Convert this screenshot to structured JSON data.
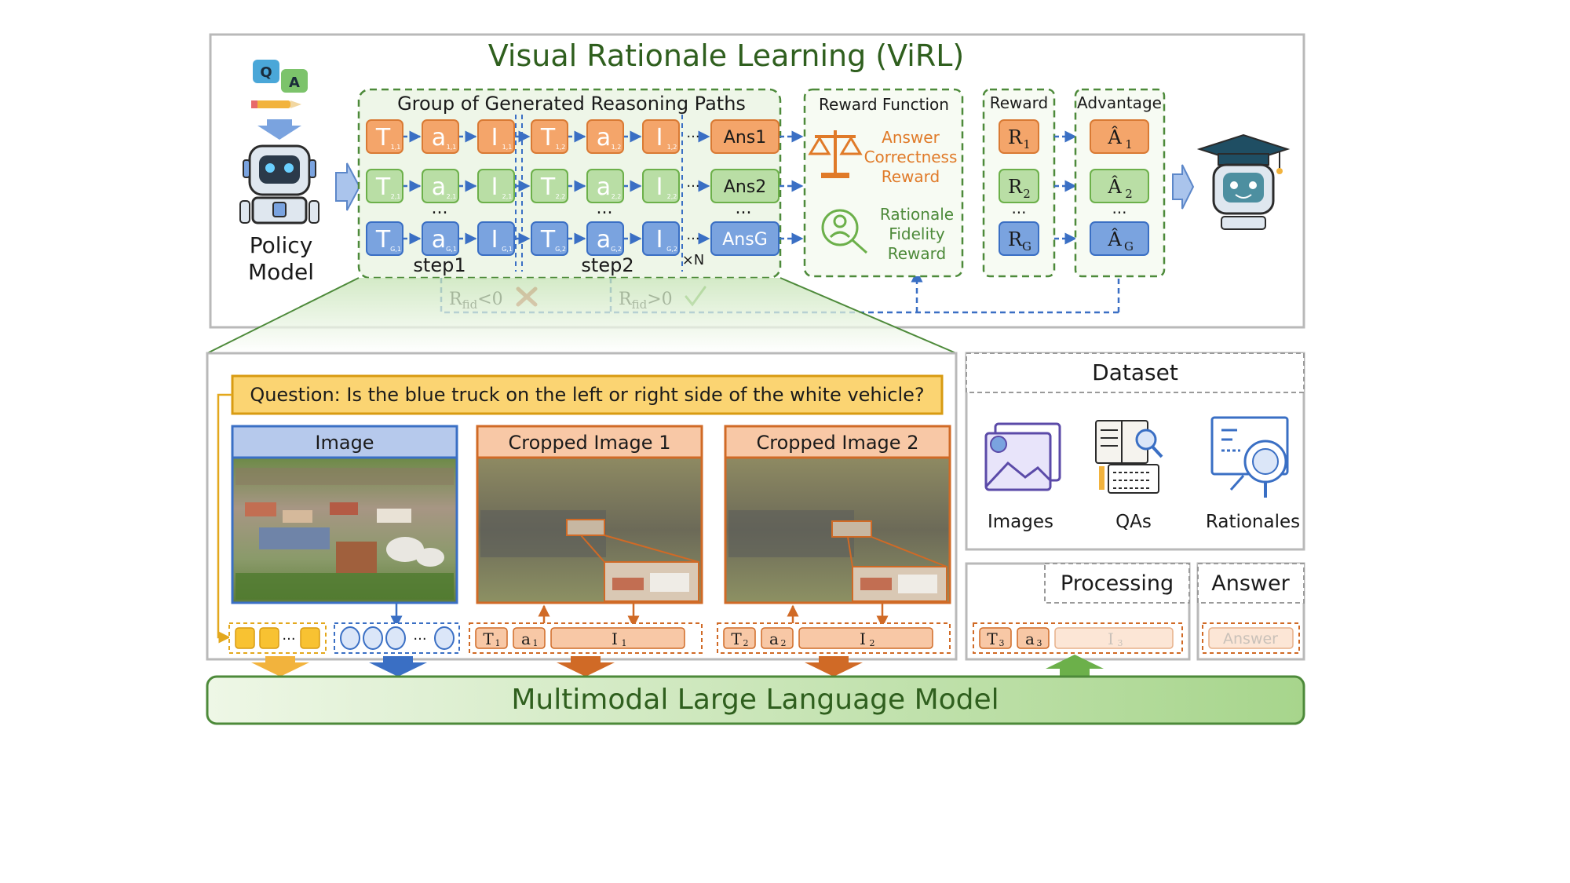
{
  "top_panel": {
    "title": "Visual Rationale Learning (ViRL)",
    "policy_model_line1": "Policy",
    "policy_model_line2": "Model",
    "qa_icon_q": "Q",
    "qa_icon_a": "A",
    "group_title": "Group of Generated Reasoning Paths",
    "rows": [
      {
        "tokens": [
          "T",
          "a",
          "I",
          "T",
          "a",
          "I"
        ],
        "subs": [
          "1,1",
          "1,1",
          "1,1",
          "1,2",
          "1,2",
          "1,2"
        ],
        "answer": "Ans1",
        "color": "#f4a56a"
      },
      {
        "tokens": [
          "T",
          "a",
          "I",
          "T",
          "a",
          "I"
        ],
        "subs": [
          "2,1",
          "2,1",
          "2,1",
          "2,2",
          "2,2",
          "2,2"
        ],
        "answer": "Ans2",
        "color": "#b9dea5"
      },
      {
        "tokens": [
          "T",
          "a",
          "I",
          "T",
          "a",
          "I"
        ],
        "subs": [
          "G,1",
          "G,1",
          "G,1",
          "G,2",
          "G,2",
          "G,2"
        ],
        "answer": "AnsG",
        "color": "#7aa3df"
      }
    ],
    "ellipsis": "...",
    "dots_h": "···",
    "step1": "step1",
    "step2": "step2",
    "times_n": "×N",
    "rfid_neg_main": "R",
    "rfid_neg_sub": "fid",
    "rfid_neg_rest": "<0",
    "rfid_pos_main": "R",
    "rfid_pos_sub": "fid",
    "rfid_pos_rest": ">0",
    "reward_function_title": "Reward Function",
    "answer_reward": [
      "Answer",
      "Correctness",
      "Reward"
    ],
    "fidelity_reward": [
      "Rationale",
      "Fidelity",
      "Reward"
    ],
    "reward_title": "Reward",
    "rewards": [
      {
        "main": "R",
        "sub": "1"
      },
      {
        "main": "R",
        "sub": "2"
      },
      {
        "main": "R",
        "sub": "G"
      }
    ],
    "advantage_title": "Advantage",
    "advantages": [
      {
        "main": "Â",
        "sub": "1"
      },
      {
        "main": "Â",
        "sub": "2"
      },
      {
        "main": "Â",
        "sub": "G"
      }
    ]
  },
  "bottom_left": {
    "question": "Question: Is the blue truck on the left or right side of the white vehicle?",
    "image_label": "Image",
    "crop1_label": "Cropped Image 1",
    "crop2_label": "Cropped Image 2",
    "tokens_crop1": [
      {
        "main": "T",
        "sub": "1"
      },
      {
        "main": "a",
        "sub": "1"
      },
      {
        "main": "I",
        "sub": "1"
      }
    ],
    "tokens_crop2": [
      {
        "main": "T",
        "sub": "2"
      },
      {
        "main": "a",
        "sub": "2"
      },
      {
        "main": "I",
        "sub": "2"
      }
    ],
    "ellipsis_h": "···"
  },
  "dataset": {
    "title": "Dataset",
    "items": [
      "Images",
      "QAs",
      "Rationales"
    ]
  },
  "processing": {
    "title": "Processing",
    "tokens": [
      {
        "main": "T",
        "sub": "3"
      },
      {
        "main": "a",
        "sub": "3"
      },
      {
        "main": "I",
        "sub": "3"
      }
    ]
  },
  "answer_box": {
    "title": "Answer",
    "placeholder": "Answer"
  },
  "mllm": {
    "label": "Multimodal Large Language Model"
  },
  "colors": {
    "orange": "#f4a56a",
    "green": "#b9dea5",
    "blue": "#7aa3df",
    "dashed_green": "#4d8a3a",
    "dashed_blue": "#3a6fc4",
    "title_green": "#2f5f1e",
    "answer_orange": "#e07a28"
  }
}
